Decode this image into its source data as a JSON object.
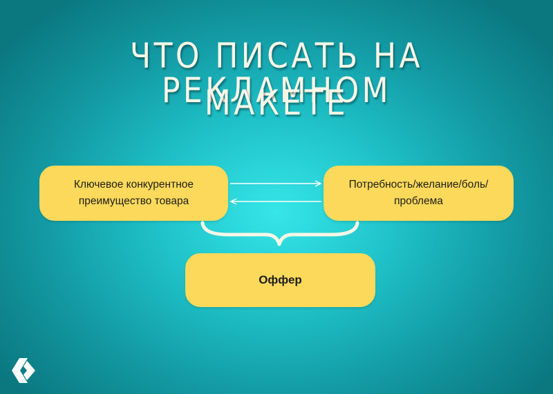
{
  "title": {
    "line1": "ЧТО ПИСАТЬ НА РЕКЛАМНОМ",
    "line2": "МАКЕТЕ"
  },
  "boxes": {
    "left_label": "Ключевое конкурентное преимущество товара",
    "right_label": "Потребность/желание/боль/ проблема",
    "offer_label": "Оффер"
  },
  "colors": {
    "box_fill": "#fcd95a",
    "background_center": "#36e6e8",
    "background_edge": "#0b7880",
    "title_text": "#fbf6e6",
    "arrow": "#ffffff"
  },
  "icons": {
    "logo": "diamond-logo-icon"
  }
}
